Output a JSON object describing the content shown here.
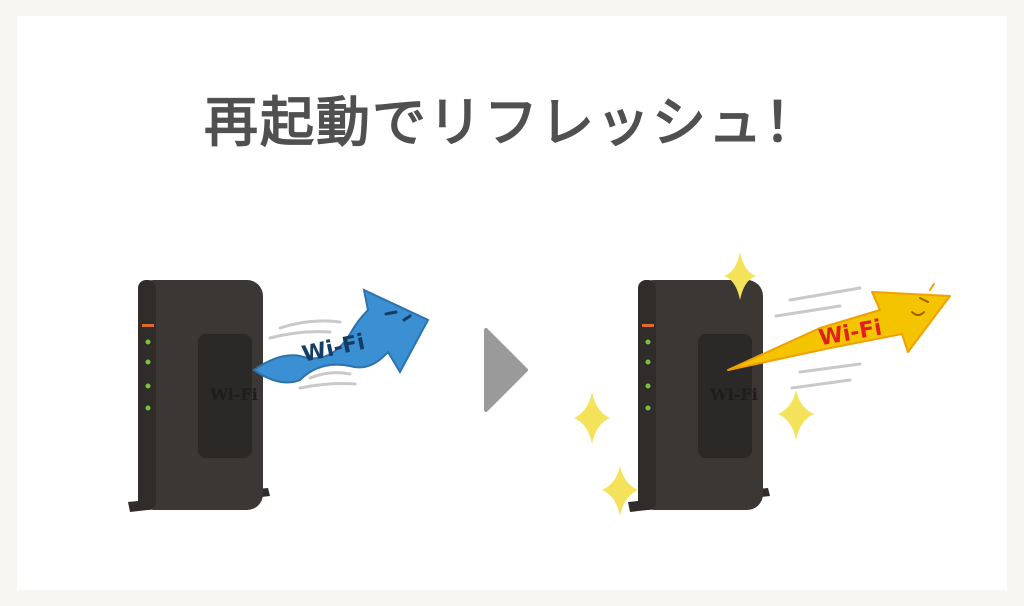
{
  "title": "再起動でリフレッシュ！",
  "before": {
    "router_label": "Wi-Fi",
    "arrow_label": "Wi-Fi"
  },
  "after": {
    "router_label": "Wi-Fi",
    "arrow_label": "Wi-Fi"
  },
  "colors": {
    "background": "#f7f6f3",
    "card": "#ffffff",
    "title": "#505050",
    "router_body": "#3a3735",
    "router_panel": "#2b2927",
    "led_green": "#7fbf3f",
    "led_orange": "#e06a2a",
    "weak_arrow": "#3b8fd3",
    "strong_arrow": "#f5c400",
    "strong_arrow_text": "#e02020",
    "next_arrow": "#9a9a9a",
    "sparkle": "#f4e25a"
  },
  "icons": [
    "router-icon",
    "wifi-arrow-icon",
    "next-arrow-icon",
    "sparkle-icon"
  ]
}
